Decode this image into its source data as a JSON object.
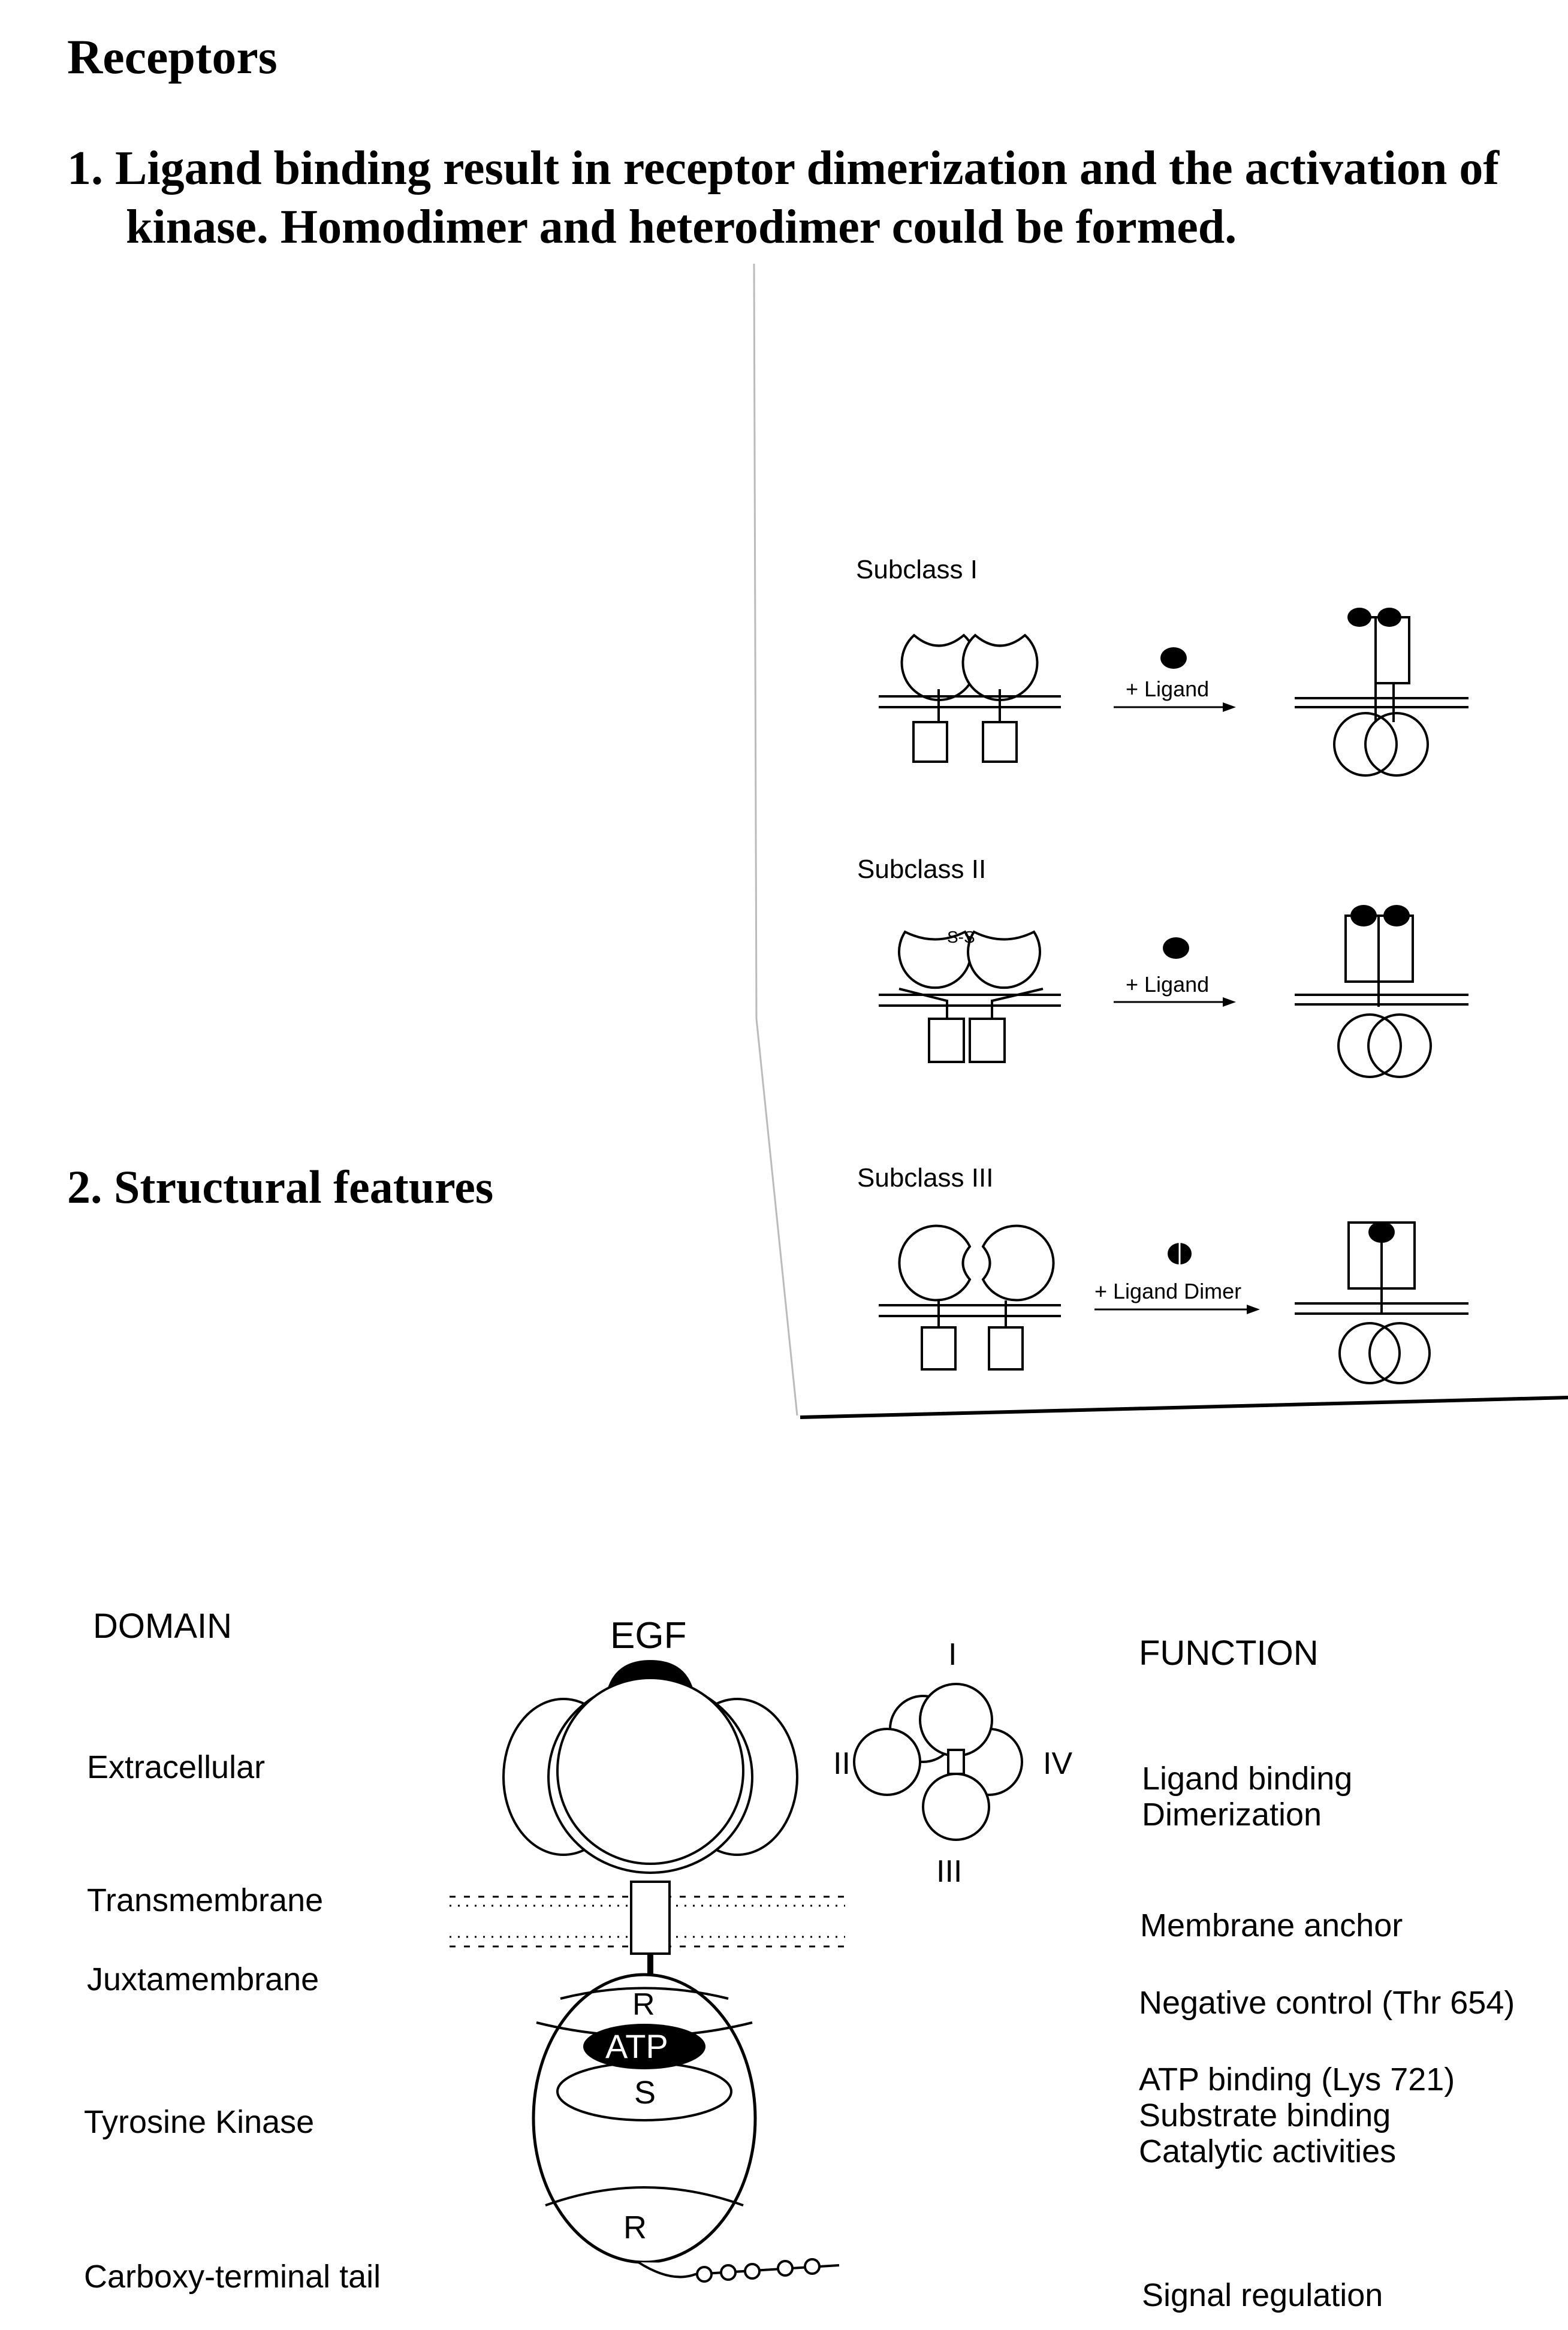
{
  "title": "Receptors",
  "section1": {
    "line1": "1. Ligand binding result in receptor dimerization and the activation of",
    "line2": "kinase.  Homodimer and heterodimer could be formed."
  },
  "section2": {
    "heading": "2. Structural features"
  },
  "subclass_figure": {
    "subclasses": [
      {
        "label": "Subclass I",
        "arrow_text": "+ Ligand"
      },
      {
        "label": "Subclass II",
        "arrow_text": "+ Ligand",
        "bond_text": "S-S"
      },
      {
        "label": "Subclass III",
        "arrow_text": "+ Ligand Dimer"
      }
    ]
  },
  "domain_figure": {
    "domain_header": "DOMAIN",
    "function_header": "FUNCTION",
    "ligand_label": "EGF",
    "domains": [
      "Extracellular",
      "Transmembrane",
      "Juxtamembrane",
      "Tyrosine Kinase",
      "Carboxy-terminal tail"
    ],
    "functions": {
      "extracellular_1": "Ligand binding",
      "extracellular_2": "Dimerization",
      "transmembrane": "Membrane anchor",
      "juxtamembrane": "Negative control (Thr 654)",
      "kinase_1": "ATP binding (Lys 721)",
      "kinase_2": "Substrate binding",
      "kinase_3": "Catalytic activities",
      "tail": "Signal regulation"
    },
    "kinase_labels": {
      "r_top": "R",
      "atp": "ATP",
      "s": "S",
      "r_bottom": "R"
    },
    "subdomains": {
      "top": "I",
      "left": "II",
      "right": "IV",
      "bottom": "III"
    }
  }
}
